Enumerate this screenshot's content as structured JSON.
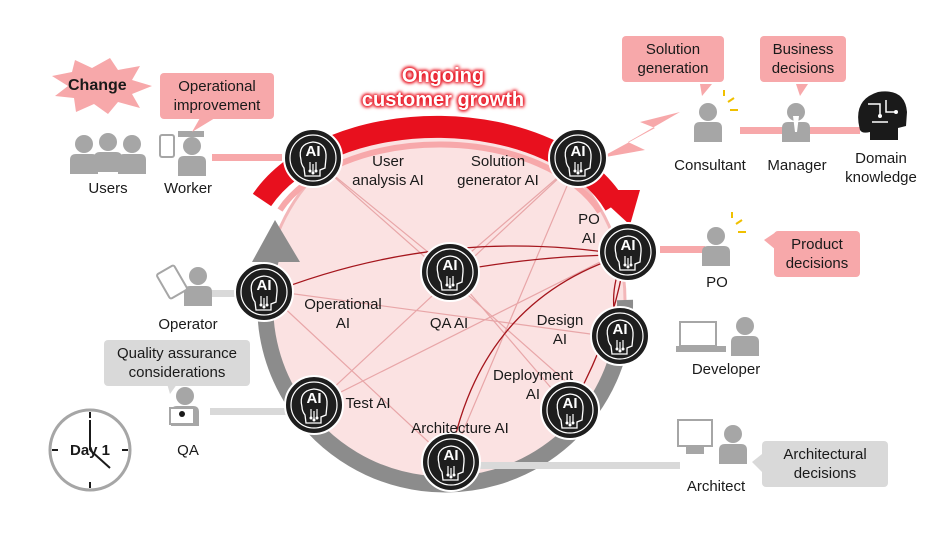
{
  "title": "Ongoing\ncustomer growth",
  "change": "Change",
  "day": "Day 1",
  "callouts": {
    "operational_improvement": "Operational\nimprovement",
    "solution_generation": "Solution\ngeneration",
    "business_decisions": "Business\ndecisions",
    "product_decisions": "Product\ndecisions",
    "quality_assurance": "Quality assurance\nconsiderations",
    "architectural_decisions": "Architectural\ndecisions"
  },
  "people": {
    "users": "Users",
    "worker": "Worker",
    "operator": "Operator",
    "qa": "QA",
    "consultant": "Consultant",
    "manager": "Manager",
    "domain_knowledge": "Domain\nknowledge",
    "po": "PO",
    "developer": "Developer",
    "architect": "Architect"
  },
  "ai_nodes": {
    "icon_text": "AI",
    "user_analysis": "User\nanalysis AI",
    "solution_generator": "Solution\ngenerator AI",
    "po": "PO\nAI",
    "operational": "Operational\nAI",
    "qa": "QA AI",
    "design": "Design\nAI",
    "deployment": "Deployment\nAI",
    "test": "Test AI",
    "architecture": "Architecture AI"
  },
  "colors": {
    "red": "#e8101e",
    "pink": "#f7a8aa",
    "light_pink": "#fbe2e2",
    "grey": "#8c8c8c",
    "light_grey": "#d9d9d9",
    "node": "#1e1e1e"
  }
}
